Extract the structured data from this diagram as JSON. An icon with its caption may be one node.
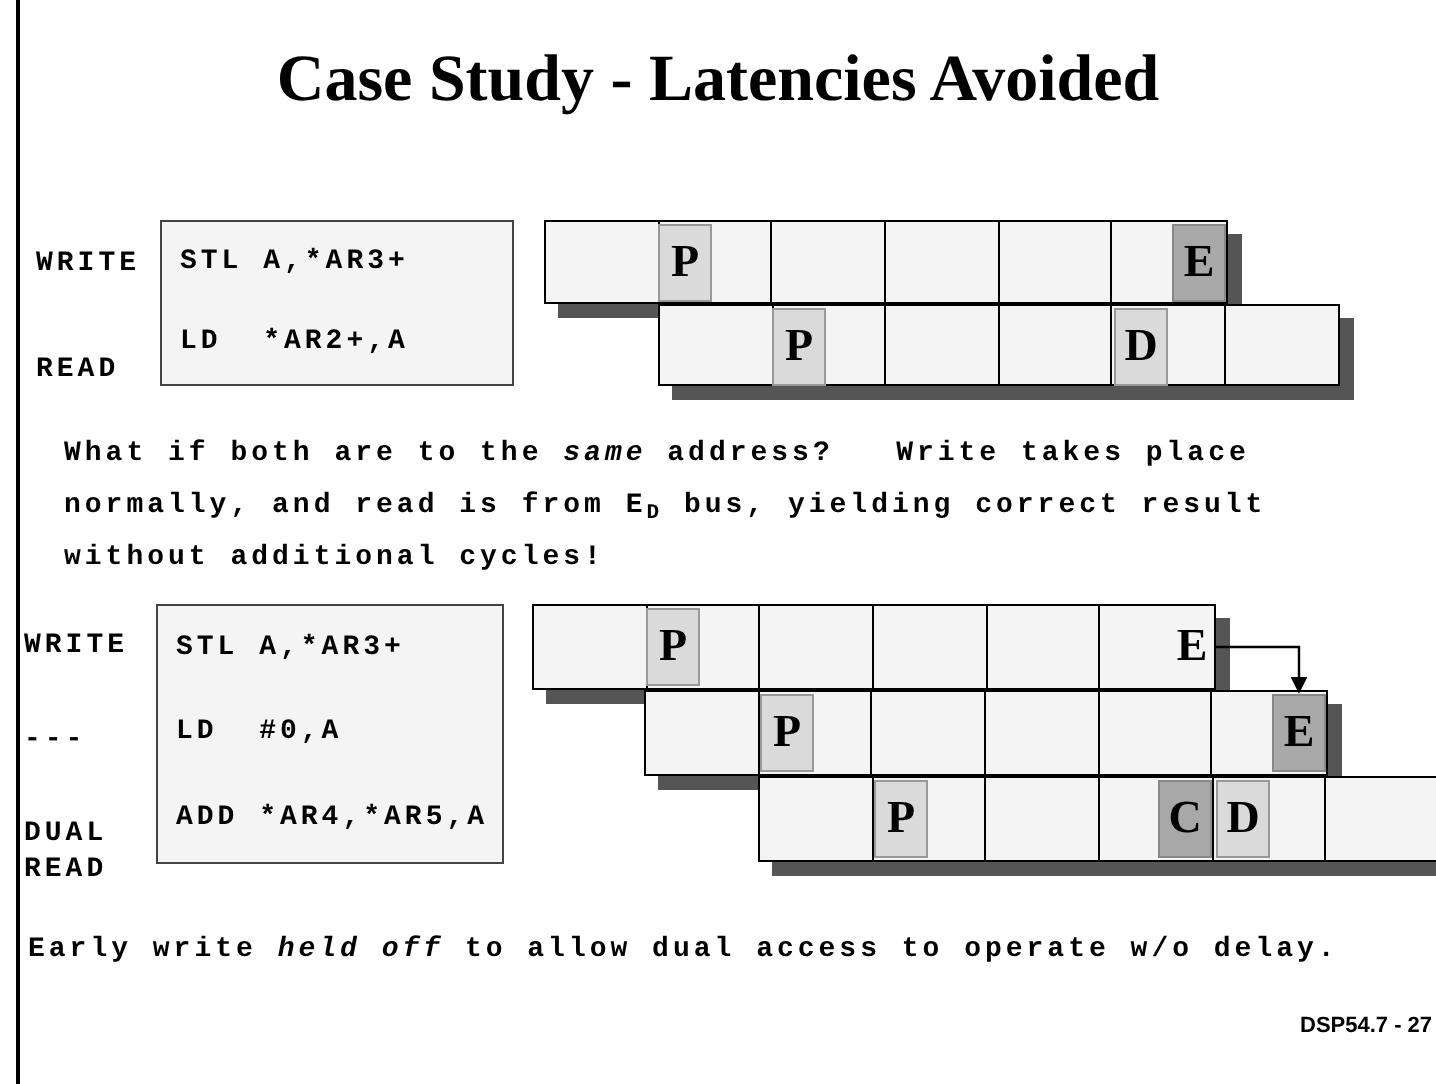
{
  "diagram": {
    "title": "Case Study - Latencies Avoided",
    "nodes": [
      {
        "text": [
          "STL A,*AR3+",
          "LD  *AR2+,A"
        ]
      },
      {
        "text": [
          "STL A,*AR3+",
          "LD  #0,A",
          "ADD *AR4,*AR5,A"
        ]
      },
      {
        "text": [
          "P"
        ]
      },
      {
        "text": [
          "E"
        ]
      },
      {
        "text": [
          "P"
        ]
      },
      {
        "text": [
          "D"
        ]
      },
      {
        "text": [
          "P"
        ]
      },
      {
        "text": [
          "E"
        ]
      },
      {
        "text": [
          "P"
        ]
      },
      {
        "text": [
          "E"
        ]
      },
      {
        "text": [
          "P"
        ]
      },
      {
        "text": [
          "C"
        ]
      },
      {
        "text": [
          "D"
        ]
      }
    ],
    "edges": [
      {
        "from": 7,
        "to": 9,
        "arrow": "to"
      }
    ],
    "labels": [
      "WRITE",
      "READ",
      "What if both are to the *same* address?   Write takes place normally, and read is from E$_{D}$ bus, yielding correct result without additional cycles!",
      "WRITE",
      "---",
      "DUAL READ",
      "Early write *held off* to allow dual access to operate w/o delay.",
      "DSP54.7 - 27"
    ]
  }
}
